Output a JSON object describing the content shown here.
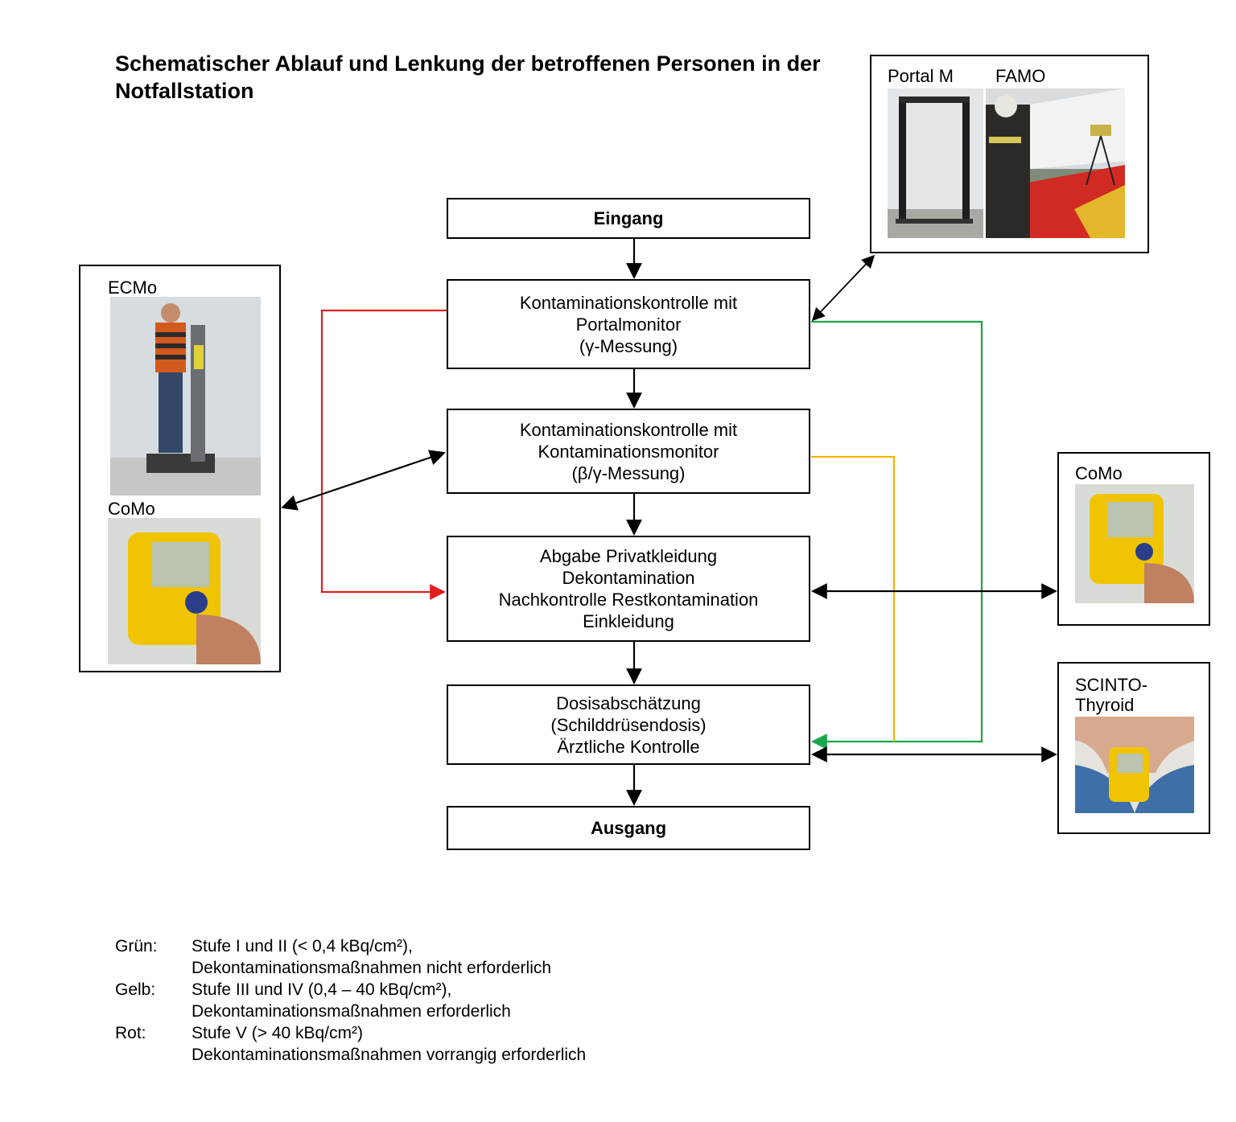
{
  "title": "Schematischer Ablauf und Lenkung der betroffenen Personen in der Notfallstation",
  "flow": {
    "entrance": "Eingang",
    "step1": [
      "Kontaminationskontrolle mit",
      "Portalmonitor",
      "(γ-Messung)"
    ],
    "step2": [
      "Kontaminationskontrolle mit",
      "Kontaminationsmonitor",
      "(β/γ-Messung)"
    ],
    "step3": [
      "Abgabe Privatkleidung",
      "Dekontamination",
      "Nachkontrolle Restkontamination",
      "Einkleidung"
    ],
    "step4": [
      "Dosisabschätzung",
      "(Schilddrüsendosis)",
      "Ärztliche Kontrolle"
    ],
    "exit": "Ausgang"
  },
  "panels": {
    "top_right": {
      "label_left": "Portal M",
      "label_right": "FAMO"
    },
    "left": {
      "label_top": "ECMo",
      "label_bottom": "CoMo"
    },
    "right_mid": {
      "label": "CoMo"
    },
    "right_bottom": {
      "label_line1": "SCINTO-",
      "label_line2": "Thyroid"
    }
  },
  "colors": {
    "green": "#1aa64a",
    "yellow": "#f4b400",
    "red": "#e02020"
  },
  "legend": [
    {
      "key": "Grün:",
      "line1": "Stufe I und II (< 0,4 kBq/cm²),",
      "line2": "Dekontaminationsmaßnahmen nicht erforderlich"
    },
    {
      "key": "Gelb:",
      "line1": "Stufe III und IV (0,4 – 40 kBq/cm²),",
      "line2": "Dekontaminationsmaßnahmen erforderlich"
    },
    {
      "key": "Rot:",
      "line1": "Stufe V (> 40 kBq/cm²)",
      "line2": "Dekontaminationsmaßnahmen vorrangig erforderlich"
    }
  ]
}
